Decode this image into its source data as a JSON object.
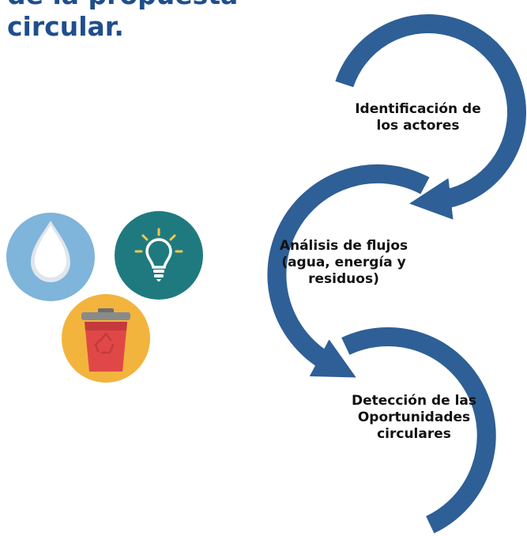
{
  "heading": {
    "line1": "de la propuesta",
    "line2": "circular.",
    "color": "#1F4E8C"
  },
  "cycle": {
    "ring_color": "#2E5F96",
    "steps": [
      {
        "label": "Identificación de los actores"
      },
      {
        "label": "Análisis de flujos (agua, energía y residuos)"
      },
      {
        "label": "Detección de las Oportunidades circulares"
      }
    ]
  },
  "icons": [
    {
      "name": "water-drop-icon",
      "background": "#7FB4DB"
    },
    {
      "name": "light-bulb-icon",
      "background": "#1F7A7F"
    },
    {
      "name": "recycle-bin-icon",
      "background": "#F2B43D"
    }
  ]
}
